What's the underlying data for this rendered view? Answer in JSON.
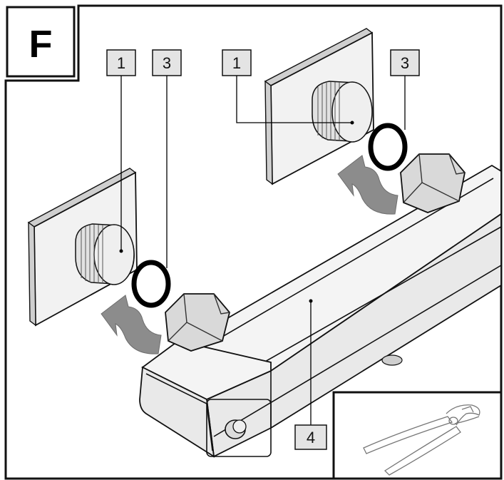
{
  "step_letter": "F",
  "part_labels": {
    "left_pipe": "1",
    "left_washer": "3",
    "right_pipe": "1",
    "right_washer": "3",
    "mixer_bar": "4"
  },
  "icons": {
    "tool_inset": "pliers-icon",
    "rotation": "curved-arrow-icon"
  },
  "colors": {
    "line": "#111111",
    "arrow": "#8c8c8c",
    "label_fill": "#e4e4e4"
  }
}
